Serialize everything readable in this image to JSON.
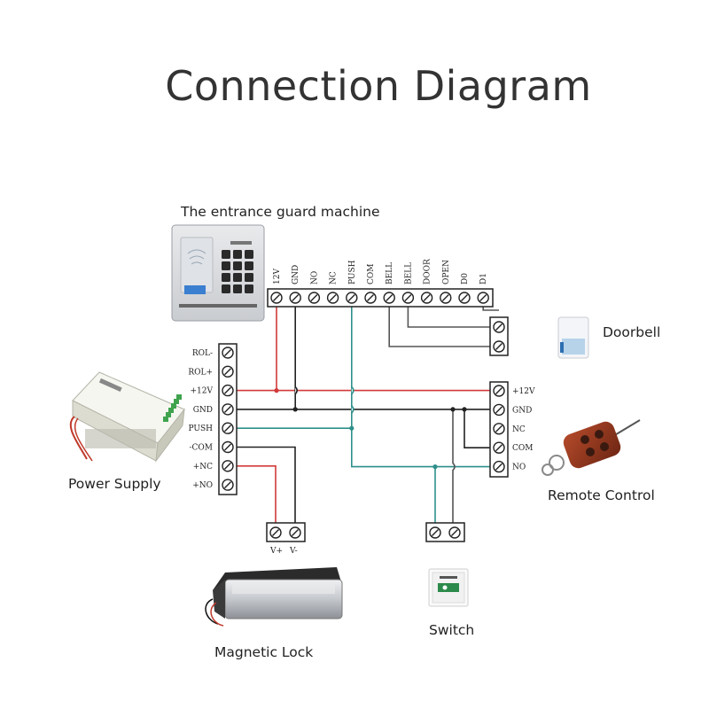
{
  "title": "Connection Diagram",
  "captions": {
    "entrance": "The entrance guard machine",
    "doorbell": "Doorbell",
    "power_supply": "Power Supply",
    "remote_control": "Remote Control",
    "magnetic_lock": "Magnetic Lock",
    "switch": "Switch"
  },
  "controller_terminals": [
    "12V",
    "GND",
    "NO",
    "NC",
    "PUSH",
    "COM",
    "BELL",
    "BELL",
    "DOOR",
    "OPEN",
    "D0",
    "D1"
  ],
  "power_terminals": [
    "ROL-",
    "ROL+",
    "+12V",
    "GND",
    "PUSH",
    "-COM",
    "+NC",
    "+NO"
  ],
  "remote_terminals": [
    "+12V",
    "GND",
    "NC",
    "COM",
    "NO"
  ],
  "lock_terminals": [
    "V+",
    "V-"
  ],
  "wire_colors": {
    "red": "#d23a3a",
    "black": "#222222",
    "teal": "#2e8f8a",
    "gray": "#555555"
  }
}
